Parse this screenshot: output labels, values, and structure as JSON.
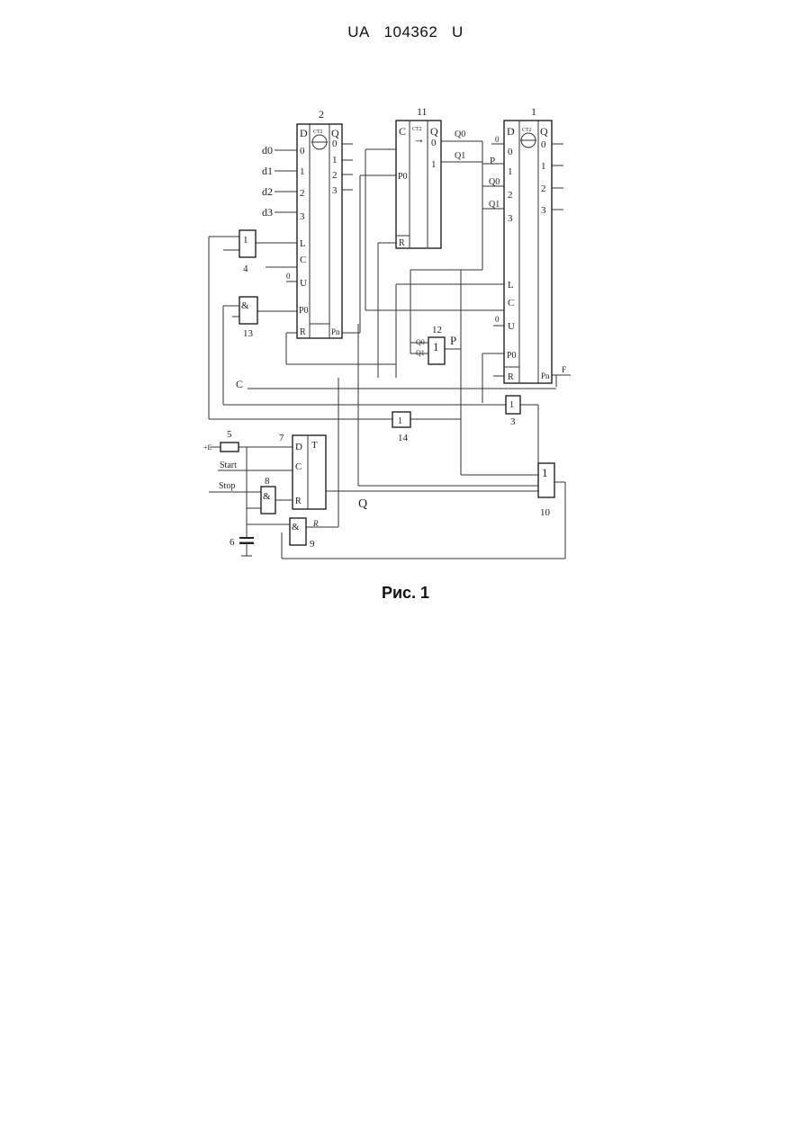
{
  "document": {
    "header": {
      "prefix": "UA",
      "number": "104362",
      "suffix": "U"
    },
    "caption": "Рис. 1"
  },
  "schematic": {
    "ref_numbers": {
      "r1": "1",
      "r2": "2",
      "r3": "3",
      "r4": "4",
      "r5": "5",
      "r6": "6",
      "r7": "7",
      "r8": "8",
      "r9": "9",
      "r10": "10",
      "r11": "11",
      "r12": "12",
      "r13": "13",
      "r14": "14"
    },
    "counter2": {
      "ct": "CT2",
      "d_label": "D",
      "q_label": "Q",
      "in0": "0",
      "in1": "1",
      "in2": "2",
      "in3": "3",
      "out0": "0",
      "out1": "1",
      "out2": "2",
      "out3": "3",
      "l": "L",
      "c": "C",
      "u": "U",
      "p0": "P0",
      "r": "R",
      "pn": "Pn"
    },
    "counter11": {
      "ct": "CT2",
      "c": "C",
      "q_label": "Q",
      "out0": "0",
      "out1": "1",
      "p0": "P0",
      "r": "R"
    },
    "counter1": {
      "ct": "CT2",
      "d_label": "D",
      "q_label": "Q",
      "in0": "0",
      "in1": "1",
      "in2": "2",
      "in3": "3",
      "out0": "0",
      "out1": "1",
      "out2": "2",
      "out3": "3",
      "l": "L",
      "c": "C",
      "u": "U",
      "p0": "P0",
      "r": "R",
      "pn": "Pn"
    },
    "inputs": {
      "d0": "d0",
      "d1": "d1",
      "d2": "d2",
      "d3": "d3"
    },
    "signals": {
      "q0_a": "Q0",
      "q1_a": "Q1",
      "p_in": "P",
      "q0_b": "Q0",
      "q1_b": "Q1",
      "zero_a": "0",
      "zero_b": "0",
      "zero_c": "0",
      "c_line": "C",
      "f_out": "F",
      "p_out": "P",
      "q_out": "Q",
      "g12_q0": "Q0",
      "g12_q1": "Q1",
      "plus_e": "+E",
      "start": "Start",
      "stop": "Stop",
      "r_bus": "R"
    },
    "gates": {
      "or_sym": "1",
      "and_sym": "&",
      "ff_d": "D",
      "ff_c": "C",
      "ff_r": "R",
      "ff_t": "T"
    }
  }
}
